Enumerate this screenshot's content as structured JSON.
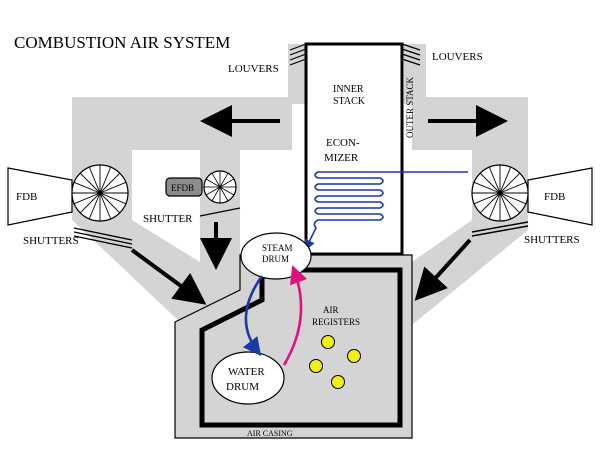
{
  "title": "COMBUSTION AIR SYSTEM",
  "labels": {
    "louvers_left": "LOUVERS",
    "louvers_right": "LOUVERS",
    "inner_stack_line1": "INNER",
    "inner_stack_line2": "STACK",
    "outer_stack": "OUTER STACK",
    "economizer_line1": "ECON-",
    "economizer_line2": "MIZER",
    "fdb_left": "FDB",
    "fdb_right": "FDB",
    "efdb": "EFDB",
    "shutter": "SHUTTER",
    "shutters_left": "SHUTTERS",
    "shutters_right": "SHUTTERS",
    "steam_drum_line1": "STEAM",
    "steam_drum_line2": "DRUM",
    "water_drum_line1": "WATER",
    "water_drum_line2": "DRUM",
    "air_registers_line1": "AIR",
    "air_registers_line2": "REGISTERS",
    "air_casing": "AIR CASING"
  },
  "colors": {
    "duct_gray": "#d4d4d4",
    "line_black": "#000000",
    "water_flow_blue": "#1a3aa8",
    "steam_flow_magenta": "#e0117f",
    "register_yellow": "#f2ee1d",
    "efdb_gray": "#8c8c8c"
  }
}
